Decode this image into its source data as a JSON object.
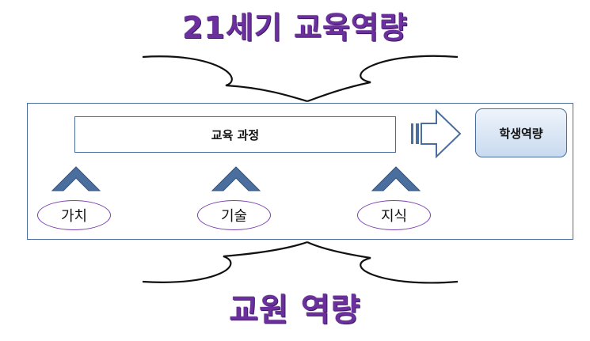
{
  "title_top": "21세기 교육역량",
  "title_bottom": "교원 역량",
  "curriculum_label": "교육 과정",
  "competency_label": "학생역량",
  "foundations": [
    {
      "label": "가치"
    },
    {
      "label": "기술"
    },
    {
      "label": "지식"
    }
  ],
  "colors": {
    "title": "#6b2f9e",
    "frame": "#4a6c9c",
    "chevron": "#4a6f9e",
    "oval_border": "#7a3fb0",
    "competency_fill": "#c9daef"
  }
}
